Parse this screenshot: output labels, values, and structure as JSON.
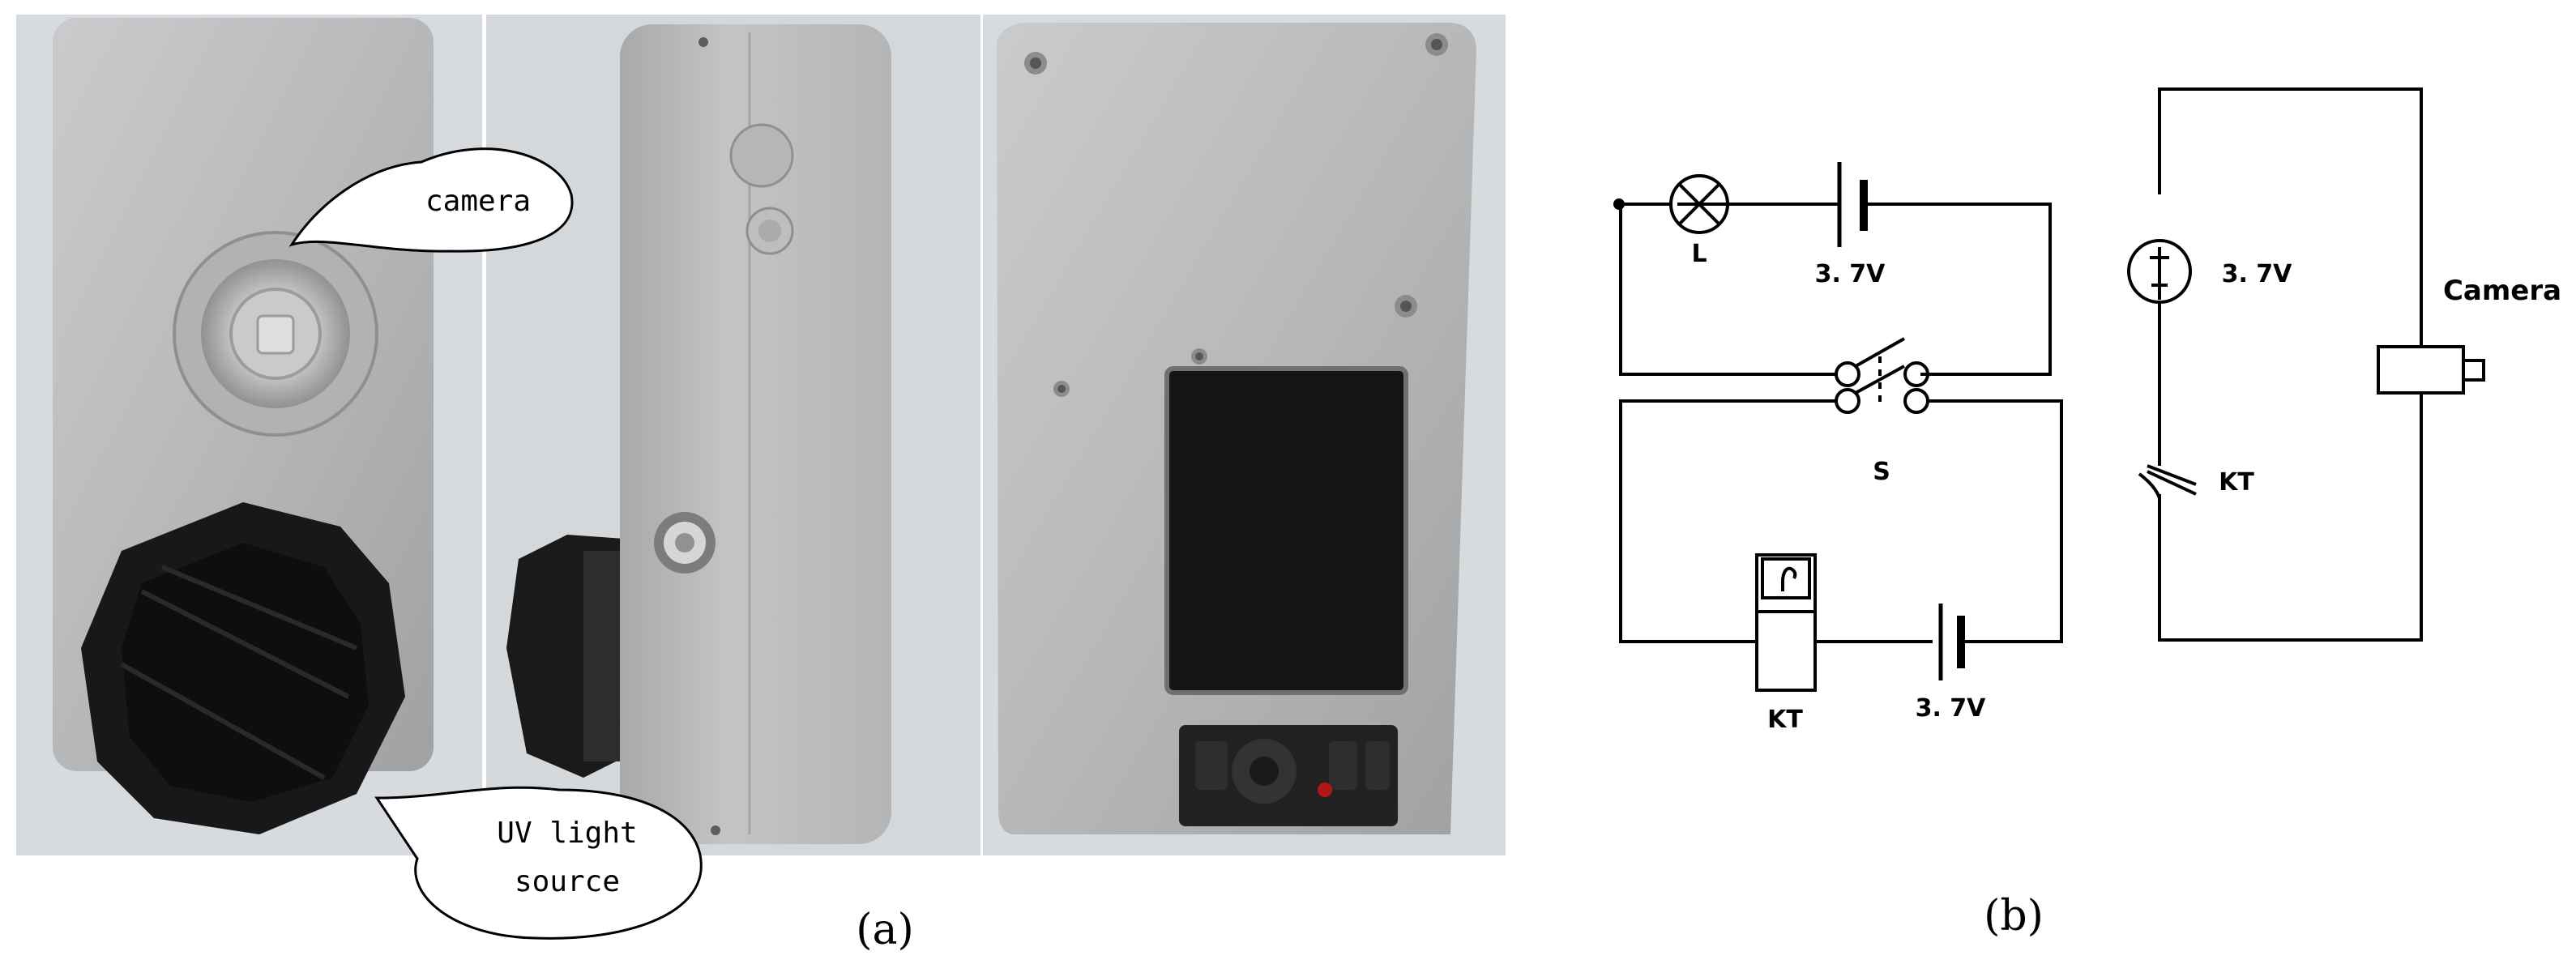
{
  "panel_a": {
    "caption": "(a)",
    "callout_camera": "camera",
    "callout_uv_line1": "UV light",
    "callout_uv_line2": "source"
  },
  "panel_b": {
    "caption": "(b)",
    "lamp_label": "L",
    "battery_top_label": "3. 7V",
    "switch_label": "S",
    "relay_label": "KT",
    "battery_bottom_label": "3. 7V",
    "source_label": "3. 7V",
    "contact_label": "KT",
    "camera_label": "Camera"
  },
  "colors": {
    "device_body": "#b9bbbc",
    "lens_black": "#141414",
    "wall_bg": "#d6d9dc",
    "line": "#000000"
  }
}
